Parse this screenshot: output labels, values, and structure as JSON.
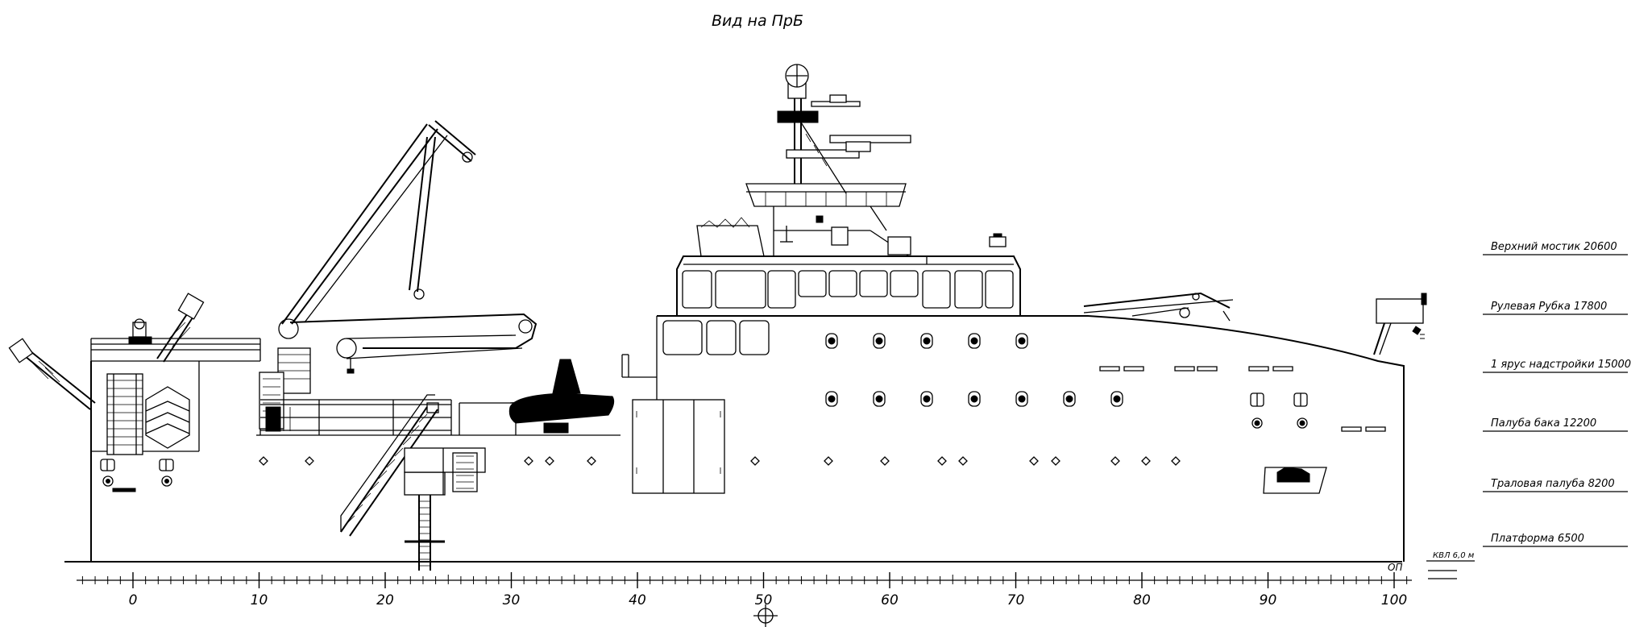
{
  "title": "Вид на ПрБ",
  "deck_labels": [
    "Верхний мостик 20600",
    "Рулевая Рубка 17800",
    "1 ярус надстройки 15000",
    "Палуба бака 12200",
    "Траловая палуба 8200",
    "Платформа 6500"
  ],
  "waterline_label": "КВЛ 6,0 м",
  "baseline_label": "ОП",
  "frame_scale": {
    "labels": [
      "0",
      "10",
      "20",
      "30",
      "40",
      "50",
      "60",
      "70",
      "80",
      "90",
      "100"
    ],
    "minor_step": 1
  },
  "icons": {
    "midship": "midship-symbol-icon"
  },
  "colors": {
    "line": "#000000",
    "background": "#ffffff"
  }
}
